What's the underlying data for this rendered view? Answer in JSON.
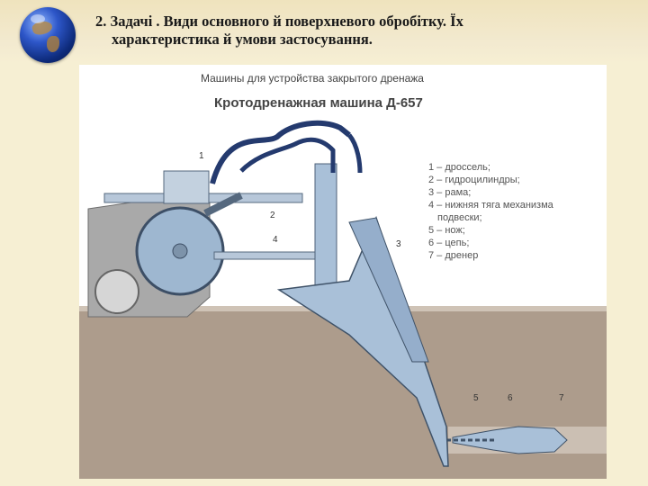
{
  "slide": {
    "title_line1": "2. Задачі . Види основного й поверхневого обробітку. Їх",
    "title_line2": "характеристика й умови застосування."
  },
  "figure": {
    "header": "Машины для устройства закрытого дренажа",
    "machine_title": "Кротодренажная машина Д-657",
    "callouts": [
      "1",
      "2",
      "3",
      "4",
      "5",
      "6",
      "7"
    ],
    "legend": [
      "1 – дроссель;",
      "2 – гидроцилиндры;",
      "3 – рама;",
      "4 – нижняя тяга механизма",
      "подвески;",
      "5 – нож;",
      "6 – цепь;",
      "7 – дренер"
    ]
  },
  "colors": {
    "background": "#f6efd3",
    "steel": "#a9c0d8",
    "soil": "#ad9c8c",
    "hose": "#243a6e"
  },
  "icons": {
    "logo": "globe-icon"
  }
}
